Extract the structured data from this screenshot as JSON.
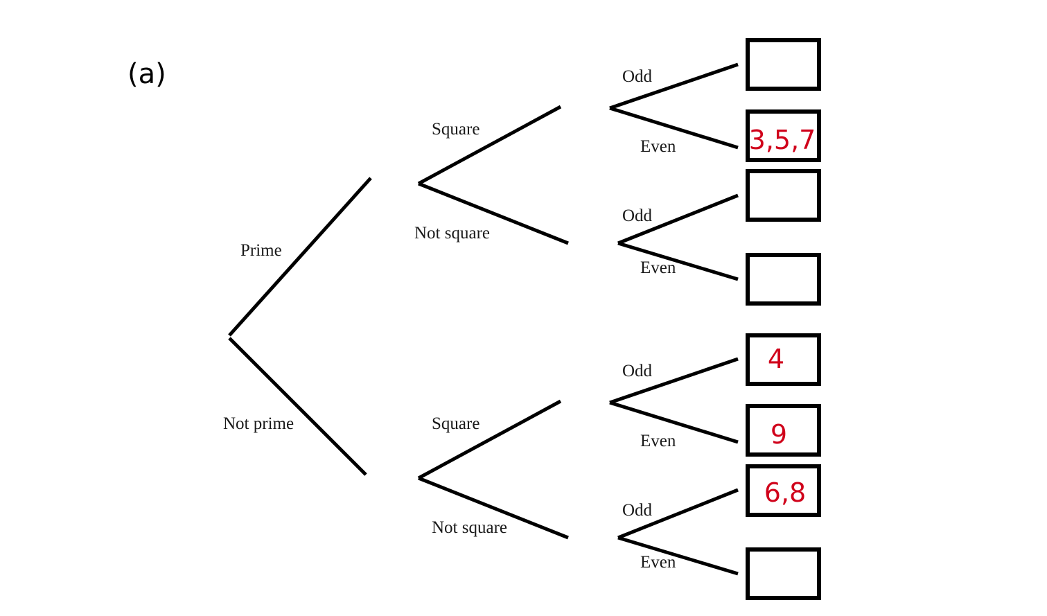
{
  "part_label": "(a)",
  "tree": {
    "level1": {
      "prime": "Prime",
      "not_prime": "Not prime"
    },
    "level2": {
      "prime_square": "Square",
      "prime_not_square": "Not square",
      "not_prime_square": "Square",
      "not_prime_not_square": "Not square"
    },
    "level3": {
      "prime_square_odd": "Odd",
      "prime_square_even": "Even",
      "prime_not_square_odd": "Odd",
      "prime_not_square_even": "Even",
      "not_prime_square_odd": "Odd",
      "not_prime_square_even": "Even",
      "not_prime_not_square_odd": "Odd",
      "not_prime_not_square_even": "Even"
    }
  },
  "answers": {
    "box1": "",
    "box2": "3,5,7",
    "box3": "",
    "box4": "",
    "box5": "4",
    "box6": "9",
    "box7": "6,8",
    "box8": ""
  },
  "colors": {
    "answer_ink": "#d0021b",
    "line": "#000000"
  }
}
